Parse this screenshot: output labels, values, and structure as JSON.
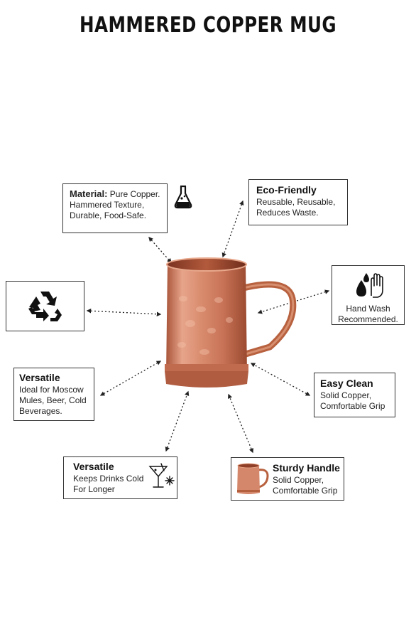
{
  "title": "HAMMERED COPPER MUG",
  "material": {
    "head": "Material:",
    "line1_rest": " Pure Copper.",
    "line2": "Hammered Texture,",
    "line3": "Durable, Food-Safe."
  },
  "eco": {
    "head": "Eco-Friendly",
    "line1": "Reusable, Reusable,",
    "line2": "Reduces Waste."
  },
  "handwash": {
    "line1": "Hand Wash",
    "line2": "Recommended."
  },
  "versatile1": {
    "head": "Versatile",
    "line1": "Ideal for Moscow",
    "line2": "Mules, Beer, Cold",
    "line3": "Beverages."
  },
  "easyclean": {
    "head": "Easy Clean",
    "line1": "Solid Copper,",
    "line2": "Comfortable Grip"
  },
  "versatile2": {
    "head": "Versatile",
    "line1": "Keeps Drinks Cold",
    "line2": "For Longer"
  },
  "sturdy": {
    "head": "Sturdy Handle",
    "line1": "Solid Copper,",
    "line2": "Comfortable Grip"
  },
  "icons": [
    "flask-icon",
    "recycle-icon",
    "hand-wash-icon",
    "cocktail-snowflake-icon",
    "mug-thumbnail-icon"
  ],
  "colors": {
    "copper": "#c8765a",
    "copper_dark": "#9e4a30",
    "border": "#333333"
  }
}
